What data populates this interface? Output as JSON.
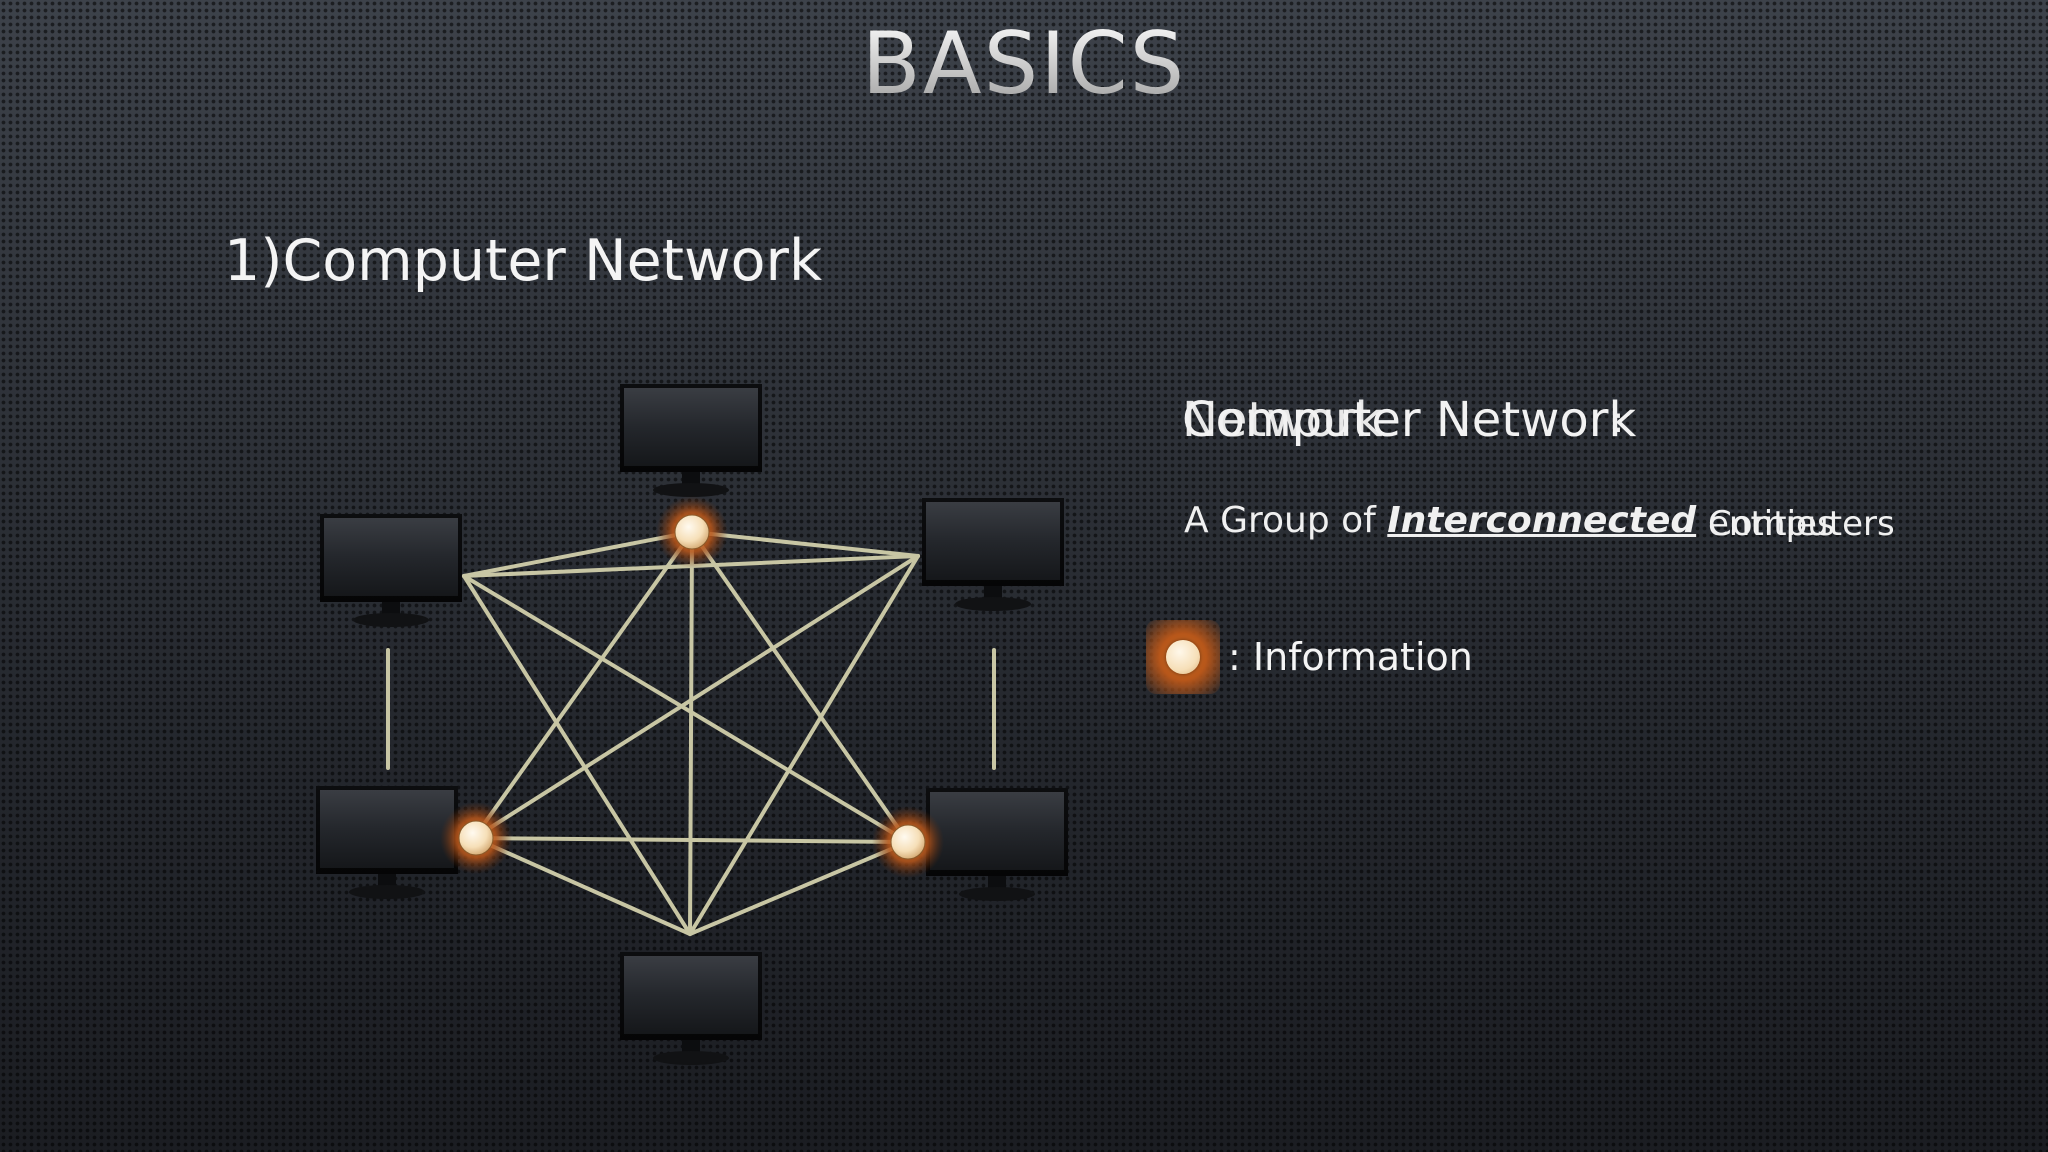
{
  "slide": {
    "title": "BASICS",
    "subtitle": "1)Computer Network"
  },
  "definition": {
    "heading": "Computer Network",
    "heading_ghost": "Network",
    "colon": ":",
    "line_prefix": "A Group of ",
    "emphasis": "Interconnected",
    "word_a": "Computers",
    "word_b": "entities"
  },
  "legend": {
    "label": ": Information",
    "icon": "information-dot-icon"
  },
  "colors": {
    "link": "#c8c6a4",
    "info_glow": "#d86d22",
    "info_dot": "#f6e2c0"
  },
  "diagram": {
    "nodes": [
      "computer-top",
      "computer-left-upper",
      "computer-right-upper",
      "computer-left-lower",
      "computer-right-lower",
      "computer-bottom"
    ]
  }
}
